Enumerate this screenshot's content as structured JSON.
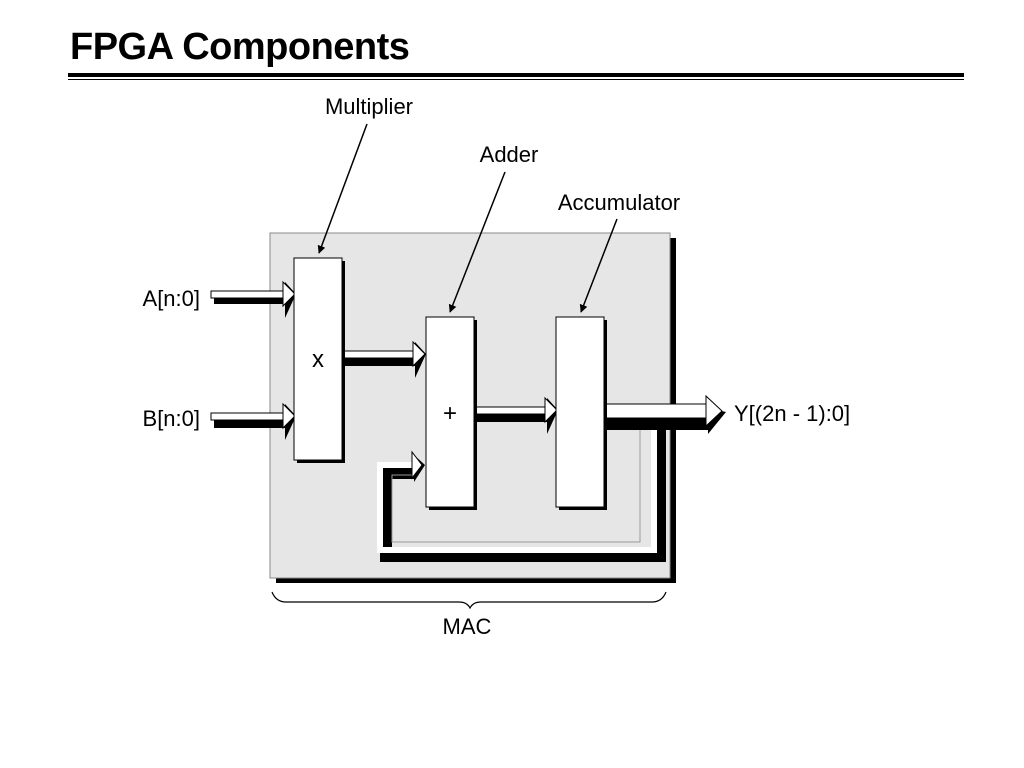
{
  "slide": {
    "title": "FPGA Components"
  },
  "diagram": {
    "labels": {
      "multiplier": "Multiplier",
      "adder": "Adder",
      "accumulator": "Accumulator",
      "input_a": "A[n:0]",
      "input_b": "B[n:0]",
      "output_y": "Y[(2n - 1):0]",
      "mac": "MAC"
    },
    "block_symbols": {
      "multiplier": "x",
      "adder": "+"
    },
    "colors": {
      "mac_fill": "#e6e6e6",
      "shadow": "#000000",
      "block_fill": "#ffffff"
    }
  }
}
